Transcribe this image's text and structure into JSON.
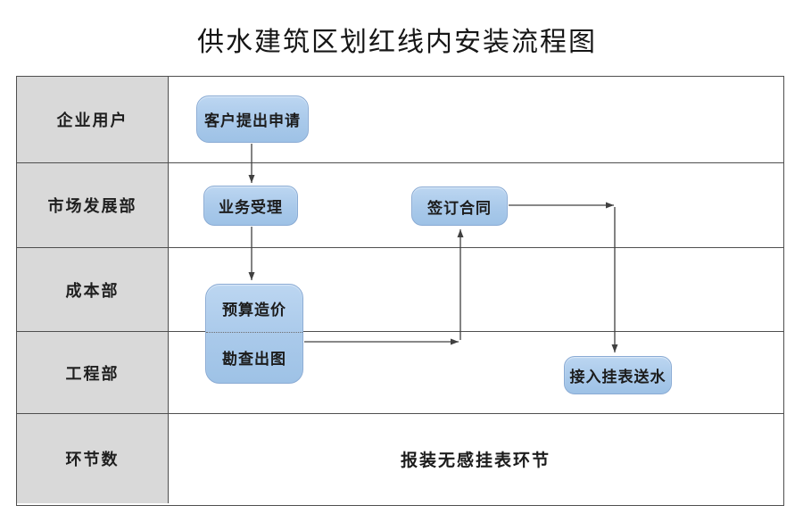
{
  "title": "供水建筑区划红线内安装流程图",
  "lanes": [
    {
      "label": "企业用户"
    },
    {
      "label": "市场发展部"
    },
    {
      "label": "成本部"
    },
    {
      "label": "工程部"
    },
    {
      "label": "环节数"
    }
  ],
  "nodes": {
    "apply": {
      "label": "客户提出申请"
    },
    "accept": {
      "label": "业务受理"
    },
    "budget": {
      "label": "预算造价"
    },
    "survey": {
      "label": "勘查出图"
    },
    "contract": {
      "label": "签订合同"
    },
    "connect": {
      "label": "接入挂表送水"
    }
  },
  "footer": {
    "text": "报装无感挂表环节"
  },
  "colors": {
    "node_fill_top": "#bcd6f1",
    "node_fill_bottom": "#9ec2e6",
    "node_border": "#8aabd4",
    "lane_bg": "#d9d9d9",
    "grid_line": "#4f4f4f",
    "arrow": "#404040",
    "text": "#1a1a1a"
  }
}
